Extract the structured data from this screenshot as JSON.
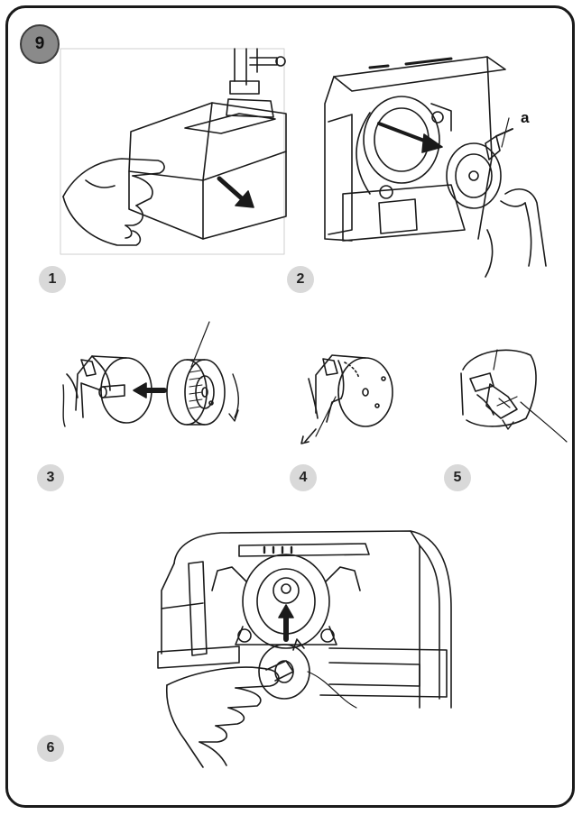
{
  "section": {
    "number": "9"
  },
  "steps": [
    {
      "number": "1"
    },
    {
      "number": "2"
    },
    {
      "number": "3"
    },
    {
      "number": "4"
    },
    {
      "number": "5"
    },
    {
      "number": "6"
    }
  ],
  "callouts": {
    "a": "a"
  },
  "colors": {
    "badge": "#8a8a8a",
    "step_badge": "#d9d9d9",
    "line": "#1a1a1a",
    "frame": "#1a1a1a"
  }
}
